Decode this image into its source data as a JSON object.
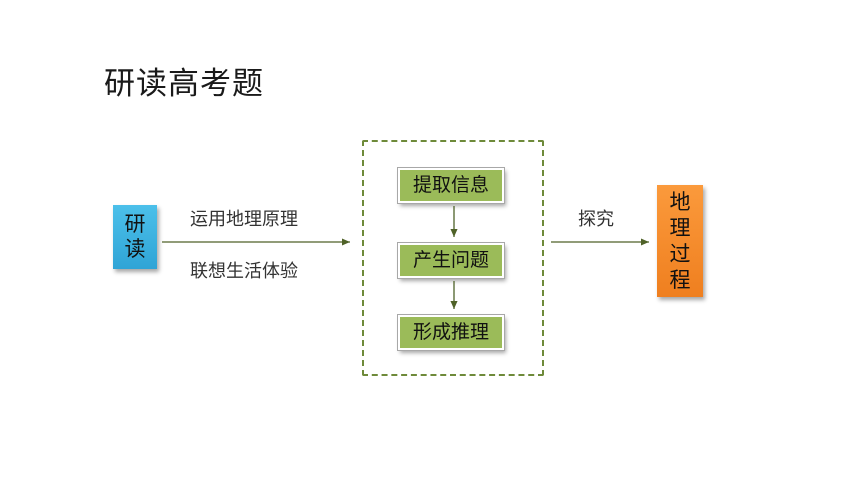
{
  "title": "研读高考题",
  "nodes": {
    "yandu": "研读",
    "dili_guocheng": "地理过程"
  },
  "steps": [
    "提取信息",
    "产生问题",
    "形成推理"
  ],
  "edge_labels": {
    "principle": "运用地理原理",
    "experience": "联想生活体验",
    "explore": "探究"
  },
  "colors": {
    "blue_node": "#2fa4d6",
    "orange_node": "#ef7f1f",
    "step_fill": "#9bbb59",
    "dashed_border": "#6e8a3a",
    "arrow": "#4f6228"
  }
}
